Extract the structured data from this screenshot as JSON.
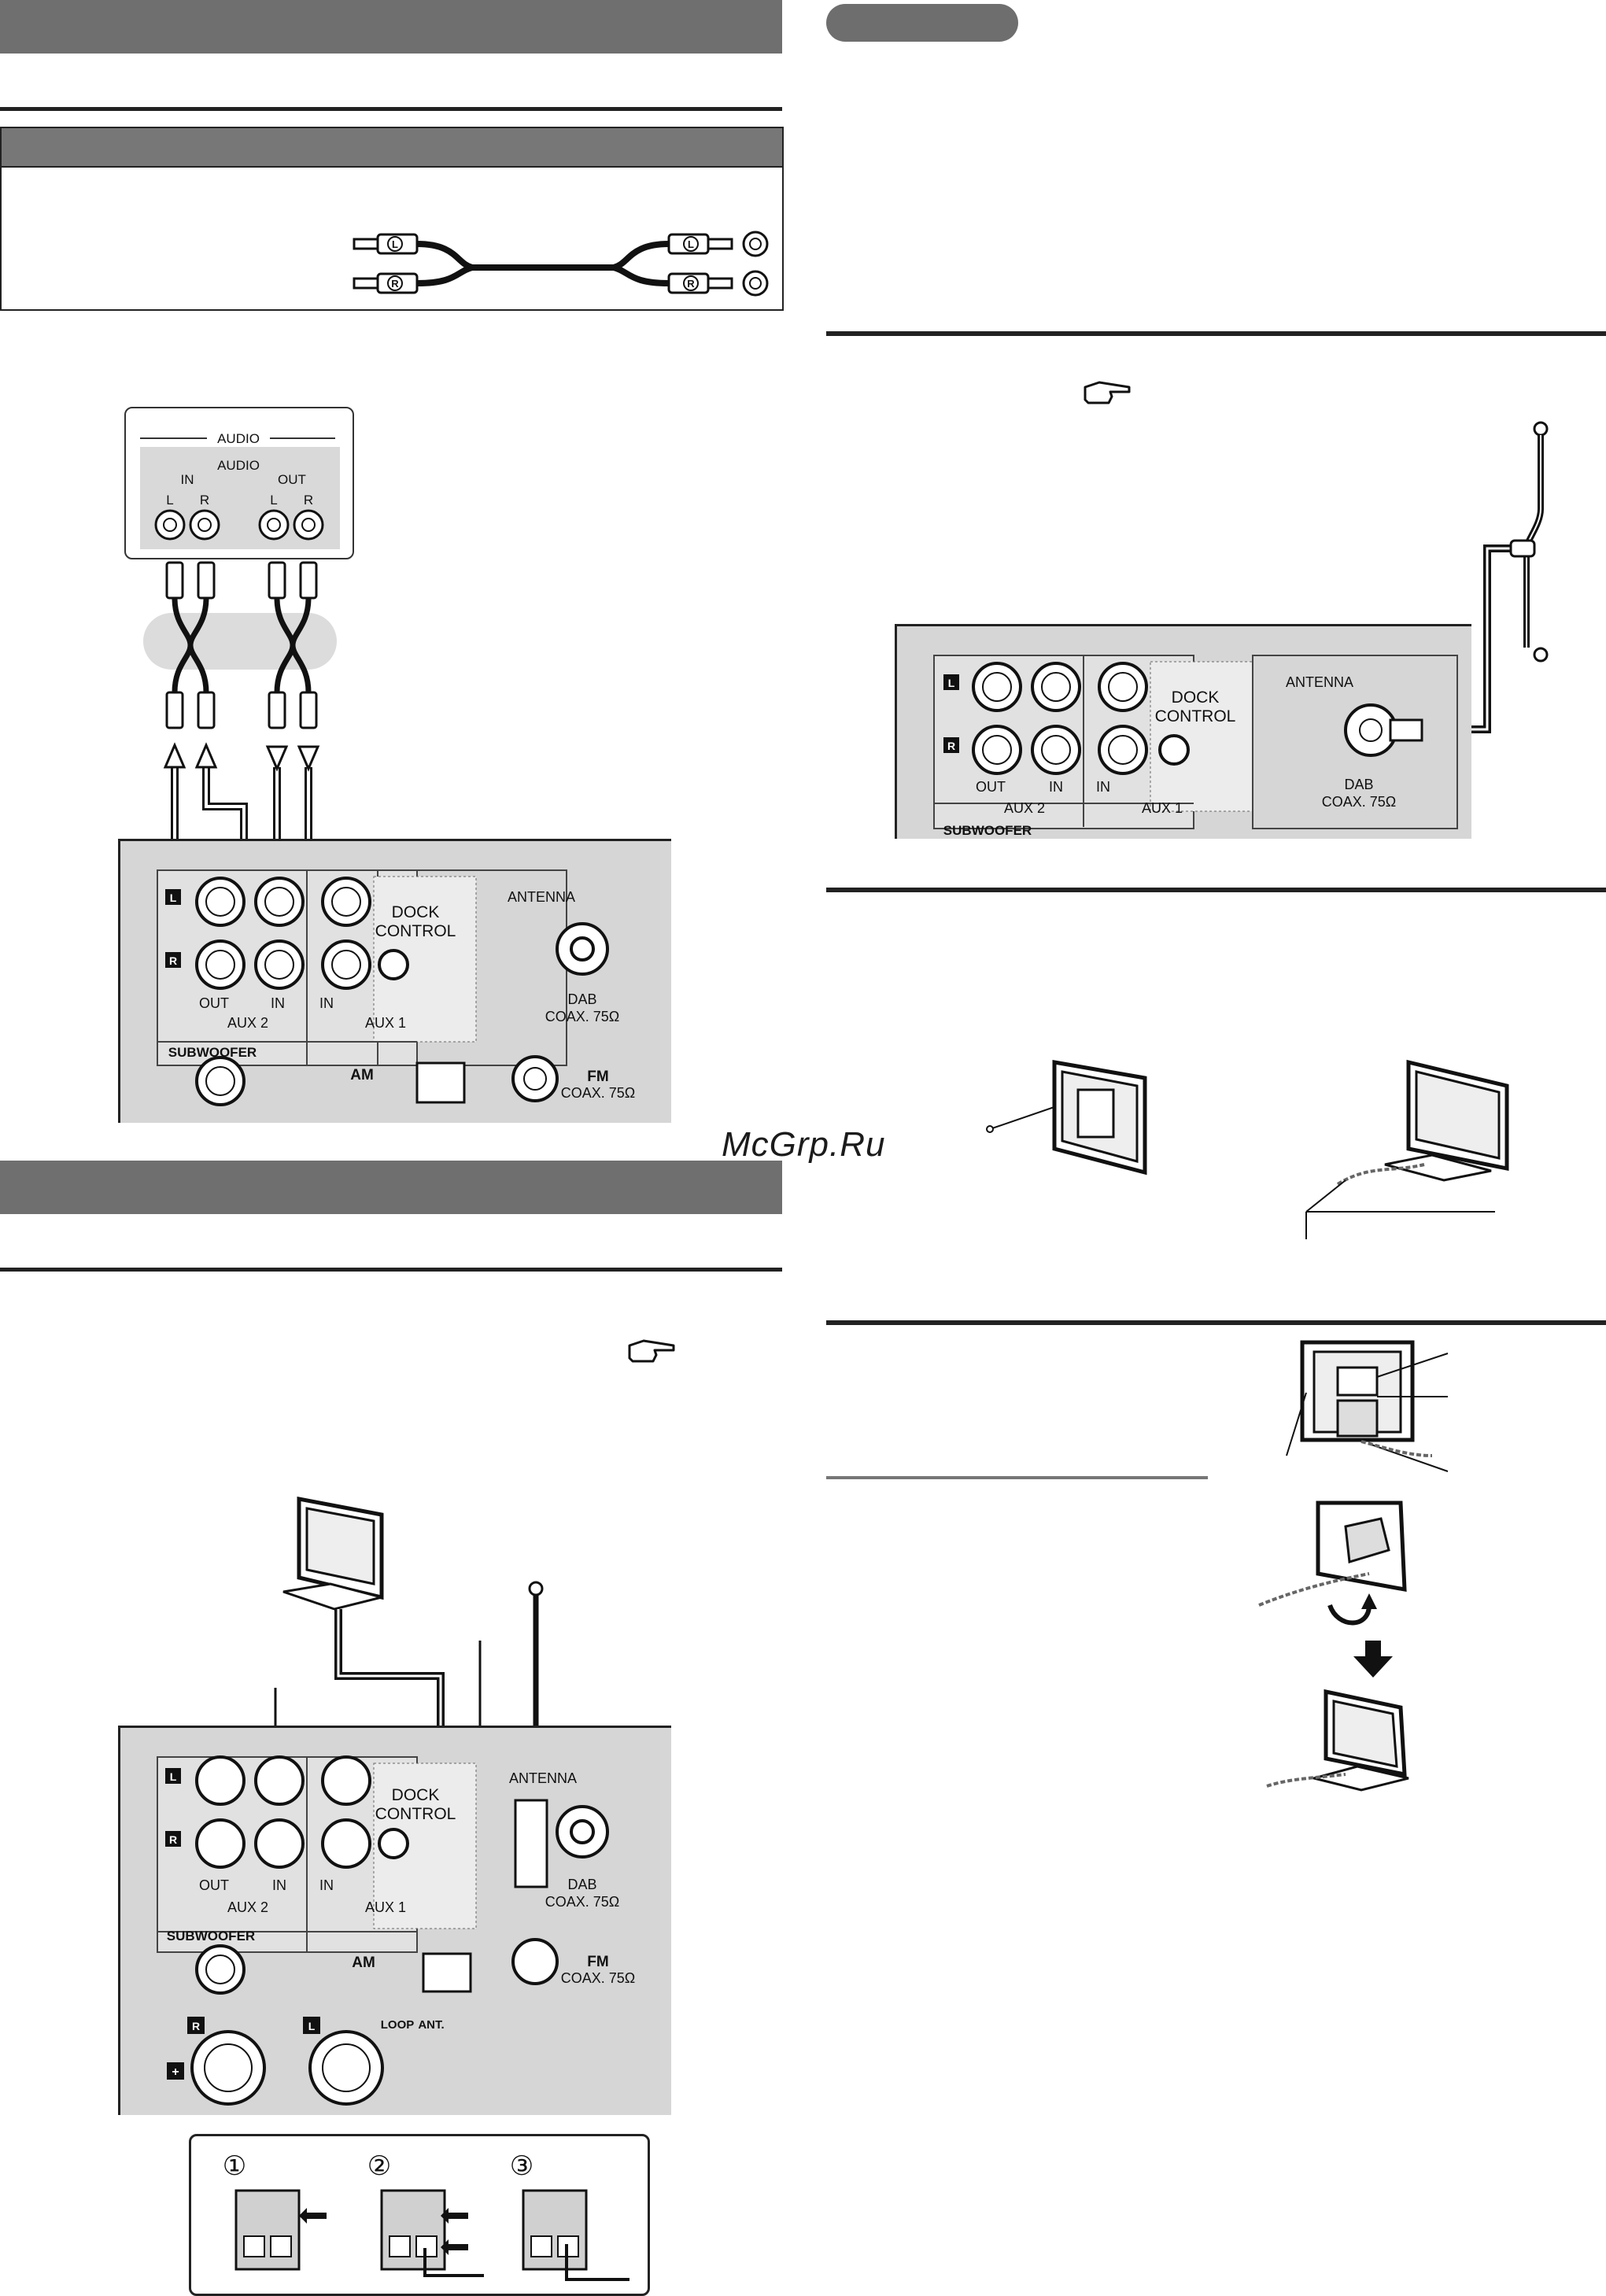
{
  "watermark": "McGrp.Ru",
  "top_connection": {
    "audio_box_title": "AUDIO",
    "audio_sub_title": "AUDIO",
    "in_label": "IN",
    "out_label": "OUT",
    "l_label": "L",
    "r_label": "R",
    "plug_l": "L",
    "plug_r": "R"
  },
  "rear_panel": {
    "l": "L",
    "r": "R",
    "out": "OUT",
    "in": "IN",
    "aux2": "AUX 2",
    "aux1": "AUX 1",
    "dock_line1": "DOCK",
    "dock_line2": "CONTROL",
    "antenna": "ANTENNA",
    "dab": "DAB",
    "coax": "COAX. 75Ω",
    "subwoofer": "SUBWOOFER",
    "am": "AM",
    "fm": "FM",
    "loop": "LOOP",
    "ant": "ANT.",
    "plus": "+"
  },
  "steps": [
    "①",
    "②",
    "③"
  ],
  "icons": [
    "pointing-hand-icon",
    "arrow-down-icon",
    "curved-arrow-icon"
  ]
}
